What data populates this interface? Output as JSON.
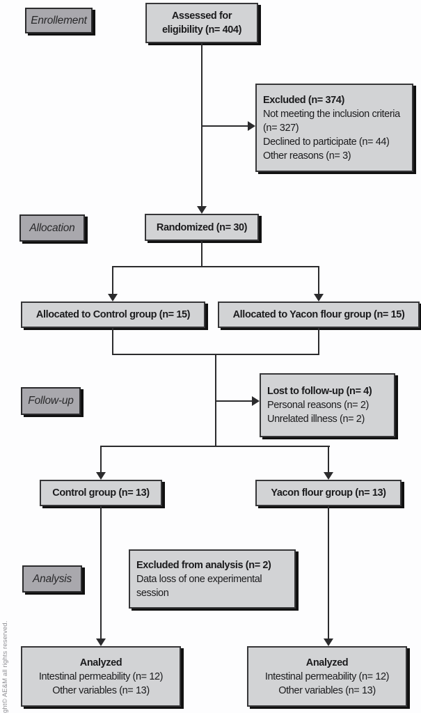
{
  "diagram": {
    "copyright": "ght© AE&M all rights reserved.",
    "phase_labels": {
      "enrollment": "Enrollement",
      "allocation": "Allocation",
      "followup": "Follow-up",
      "analysis": "Analysis"
    },
    "boxes": {
      "assessed": {
        "line1": "Assessed for",
        "line2": "eligibility (n= 404)"
      },
      "excluded": {
        "title": "Excluded (n= 374)",
        "reason1": "Not meeting the inclusion criteria (n= 327)",
        "reason2": "Declined to participate (n= 44)",
        "reason3": "Other reasons (n= 3)"
      },
      "randomized": {
        "label": "Randomized (n= 30)"
      },
      "alloc_control": {
        "label": "Allocated to Control group (n= 15)"
      },
      "alloc_yacon": {
        "label": "Allocated to Yacon flour group (n= 15)"
      },
      "lost": {
        "title": "Lost to follow-up (n= 4)",
        "reason1": "Personal reasons (n= 2)",
        "reason2": "Unrelated illness (n= 2)"
      },
      "group_control": {
        "label": "Control group (n= 13)"
      },
      "group_yacon": {
        "label": "Yacon flour group (n= 13)"
      },
      "excluded_analysis": {
        "title": "Excluded from analysis (n= 2)",
        "reason1": "Data loss of one experimental session"
      },
      "analyzed_control": {
        "title": "Analyzed",
        "line1": "Intestinal permeability (n= 12)",
        "line2": "Other variables (n= 13)"
      },
      "analyzed_yacon": {
        "title": "Analyzed",
        "line1": "Intestinal permeability (n= 12)",
        "line2": "Other variables (n= 13)"
      }
    },
    "colors": {
      "box_fill": "#d2d3d5",
      "label_fill": "#a9a8ad",
      "border": "#363638",
      "shadow": "#111111",
      "line": "#2b2b2d",
      "text": "#1b1b1d"
    }
  }
}
